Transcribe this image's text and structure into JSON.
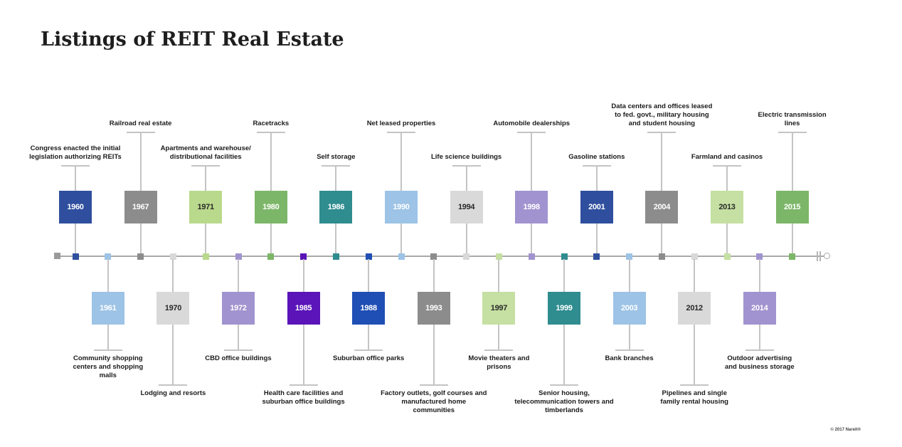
{
  "title": "Listings of REIT Real Estate",
  "copyright": "© 2017 Nareit®",
  "events": [
    {
      "year": "1960",
      "label": "Congress enacted the initial legislation authorizing REITs",
      "color": "#2f4f9e",
      "side": "top",
      "level": "mid"
    },
    {
      "year": "1961",
      "label": "Community shopping centers and shopping malls",
      "color": "#9dc3e6",
      "side": "bottom",
      "level": "mid"
    },
    {
      "year": "1967",
      "label": "Railroad real estate",
      "color": "#8c8c8c",
      "side": "top",
      "level": "high"
    },
    {
      "year": "1970",
      "label": "Lodging and resorts",
      "color": "#d9d9d9",
      "side": "bottom",
      "level": "low"
    },
    {
      "year": "1971",
      "label": "Apartments and warehouse/ distributional facilities",
      "color": "#b9d98c",
      "side": "top",
      "level": "mid"
    },
    {
      "year": "1972",
      "label": "CBD office buildings",
      "color": "#a193cf",
      "side": "bottom",
      "level": "mid"
    },
    {
      "year": "1980",
      "label": "Racetracks",
      "color": "#7cb668",
      "side": "top",
      "level": "high"
    },
    {
      "year": "1985",
      "label": "Health care facilities and suburban office buildings",
      "color": "#5a14b8",
      "side": "bottom",
      "level": "low"
    },
    {
      "year": "1986",
      "label": "Self storage",
      "color": "#2f8c8f",
      "side": "top",
      "level": "mid"
    },
    {
      "year": "1988",
      "label": "Suburban office parks",
      "color": "#1f4fb5",
      "side": "bottom",
      "level": "mid"
    },
    {
      "year": "1990",
      "label": "Net leased properties",
      "color": "#9dc3e6",
      "side": "top",
      "level": "high"
    },
    {
      "year": "1993",
      "label": "Factory outlets, golf courses and manufactured home communities",
      "color": "#8c8c8c",
      "side": "bottom",
      "level": "low"
    },
    {
      "year": "1994",
      "label": "Life science buildings",
      "color": "#d9d9d9",
      "side": "top",
      "level": "mid"
    },
    {
      "year": "1997",
      "label": "Movie theaters and prisons",
      "color": "#c5e0a2",
      "side": "bottom",
      "level": "mid"
    },
    {
      "year": "1998",
      "label": "Automobile dealerships",
      "color": "#a193cf",
      "side": "top",
      "level": "high"
    },
    {
      "year": "1999",
      "label": "Senior housing, telecommunication towers and timberlands",
      "color": "#2f8c8f",
      "side": "bottom",
      "level": "low"
    },
    {
      "year": "2001",
      "label": "Gasoline stations",
      "color": "#2f4f9e",
      "side": "top",
      "level": "mid"
    },
    {
      "year": "2003",
      "label": "Bank branches",
      "color": "#9dc3e6",
      "side": "bottom",
      "level": "mid"
    },
    {
      "year": "2004",
      "label": "Data centers and offices leased to fed. govt., military housing and student housing",
      "color": "#8c8c8c",
      "side": "top",
      "level": "high"
    },
    {
      "year": "2012",
      "label": "Pipelines and single family rental housing",
      "color": "#d9d9d9",
      "side": "bottom",
      "level": "low"
    },
    {
      "year": "2013",
      "label": "Farmland and casinos",
      "color": "#c5e0a2",
      "side": "top",
      "level": "mid"
    },
    {
      "year": "2014",
      "label": "Outdoor advertising and business storage",
      "color": "#a193cf",
      "side": "bottom",
      "level": "mid"
    },
    {
      "year": "2015",
      "label": "Electric transmission lines",
      "color": "#7cb668",
      "side": "top",
      "level": "high"
    }
  ]
}
